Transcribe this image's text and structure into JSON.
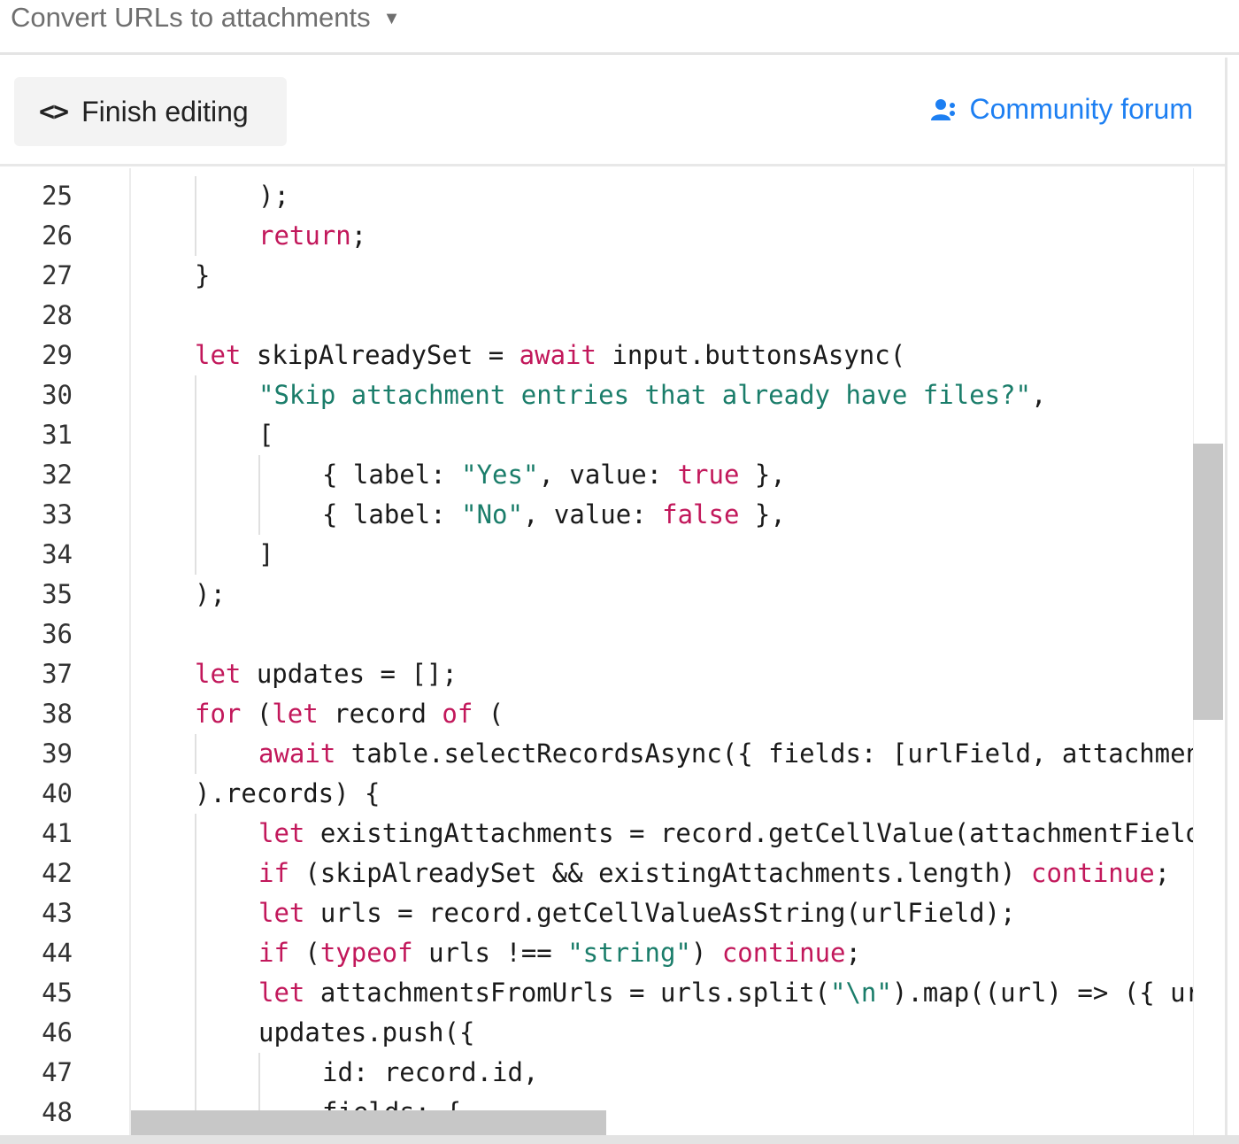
{
  "app": {
    "title": "Convert URLs to attachments"
  },
  "toolbar": {
    "finish_label": "Finish editing",
    "forum_label": "Community forum"
  },
  "icons": {
    "finish": "code-brackets-icon",
    "forum": "users-icon",
    "title": "caret-down-icon"
  },
  "colors": {
    "keyword": "#c2185b",
    "string": "#1a7d6a",
    "link": "#1d7ff2"
  },
  "editor": {
    "lines": [
      {
        "n": "25",
        "indent": 2,
        "segments": [
          {
            "t": ");"
          }
        ]
      },
      {
        "n": "26",
        "indent": 2,
        "segments": [
          {
            "t": "return",
            "k": "kw"
          },
          {
            "t": ";"
          }
        ]
      },
      {
        "n": "27",
        "indent": 1,
        "segments": [
          {
            "t": "}"
          }
        ]
      },
      {
        "n": "28",
        "indent": 0,
        "segments": []
      },
      {
        "n": "29",
        "indent": 1,
        "segments": [
          {
            "t": "let",
            "k": "kw"
          },
          {
            "t": " skipAlreadySet = "
          },
          {
            "t": "await",
            "k": "kw"
          },
          {
            "t": " input.buttonsAsync("
          }
        ]
      },
      {
        "n": "30",
        "indent": 2,
        "segments": [
          {
            "t": "\"Skip attachment entries that already have files?\"",
            "k": "str"
          },
          {
            "t": ","
          }
        ]
      },
      {
        "n": "31",
        "indent": 2,
        "segments": [
          {
            "t": "["
          }
        ]
      },
      {
        "n": "32",
        "indent": 3,
        "segments": [
          {
            "t": "{ label: "
          },
          {
            "t": "\"Yes\"",
            "k": "str"
          },
          {
            "t": ", value: "
          },
          {
            "t": "true",
            "k": "kw"
          },
          {
            "t": " },"
          }
        ]
      },
      {
        "n": "33",
        "indent": 3,
        "segments": [
          {
            "t": "{ label: "
          },
          {
            "t": "\"No\"",
            "k": "str"
          },
          {
            "t": ", value: "
          },
          {
            "t": "false",
            "k": "kw"
          },
          {
            "t": " },"
          }
        ]
      },
      {
        "n": "34",
        "indent": 2,
        "segments": [
          {
            "t": "]"
          }
        ]
      },
      {
        "n": "35",
        "indent": 1,
        "segments": [
          {
            "t": ");"
          }
        ]
      },
      {
        "n": "36",
        "indent": 0,
        "segments": []
      },
      {
        "n": "37",
        "indent": 1,
        "segments": [
          {
            "t": "let",
            "k": "kw"
          },
          {
            "t": " updates = [];"
          }
        ]
      },
      {
        "n": "38",
        "indent": 1,
        "segments": [
          {
            "t": "for",
            "k": "kw"
          },
          {
            "t": " ("
          },
          {
            "t": "let",
            "k": "kw"
          },
          {
            "t": " record "
          },
          {
            "t": "of",
            "k": "kw"
          },
          {
            "t": " ("
          }
        ]
      },
      {
        "n": "39",
        "indent": 2,
        "segments": [
          {
            "t": "await",
            "k": "kw"
          },
          {
            "t": " table.selectRecordsAsync({ fields: [urlField, attachmentField] })"
          }
        ]
      },
      {
        "n": "40",
        "indent": 1,
        "segments": [
          {
            "t": ").records) {"
          }
        ]
      },
      {
        "n": "41",
        "indent": 2,
        "segments": [
          {
            "t": "let",
            "k": "kw"
          },
          {
            "t": " existingAttachments = record.getCellValue(attachmentField) || [];"
          }
        ]
      },
      {
        "n": "42",
        "indent": 2,
        "segments": [
          {
            "t": "if",
            "k": "kw"
          },
          {
            "t": " (skipAlreadySet && existingAttachments.length) "
          },
          {
            "t": "continue",
            "k": "kw"
          },
          {
            "t": ";"
          }
        ]
      },
      {
        "n": "43",
        "indent": 2,
        "segments": [
          {
            "t": "let",
            "k": "kw"
          },
          {
            "t": " urls = record.getCellValueAsString(urlField);"
          }
        ]
      },
      {
        "n": "44",
        "indent": 2,
        "segments": [
          {
            "t": "if",
            "k": "kw"
          },
          {
            "t": " ("
          },
          {
            "t": "typeof",
            "k": "kw"
          },
          {
            "t": " urls !== "
          },
          {
            "t": "\"string\"",
            "k": "str"
          },
          {
            "t": ") "
          },
          {
            "t": "continue",
            "k": "kw"
          },
          {
            "t": ";"
          }
        ]
      },
      {
        "n": "45",
        "indent": 2,
        "segments": [
          {
            "t": "let",
            "k": "kw"
          },
          {
            "t": " attachmentsFromUrls = urls.split("
          },
          {
            "t": "\"\\n\"",
            "k": "str"
          },
          {
            "t": ").map((url) => ({ url }));"
          }
        ]
      },
      {
        "n": "46",
        "indent": 2,
        "segments": [
          {
            "t": "updates.push({"
          }
        ]
      },
      {
        "n": "47",
        "indent": 3,
        "segments": [
          {
            "t": "id: record.id,"
          }
        ]
      },
      {
        "n": "48",
        "indent": 3,
        "segments": [
          {
            "t": "fields: {"
          }
        ]
      }
    ]
  }
}
